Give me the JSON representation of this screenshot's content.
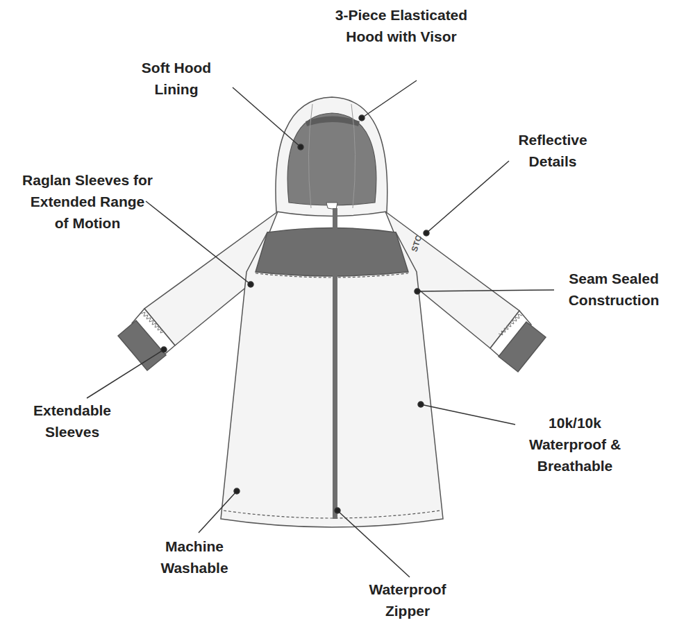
{
  "diagram": {
    "labels": [
      "3-Piece Elasticated Hood with Visor",
      "Soft Hood Lining",
      "Reflective Details",
      "Raglan Sleeves for Extended Range of Motion",
      "STC",
      "Seam Sealed Construction",
      "Extendable Sleeves",
      "10k/10k Waterproof & Breathable",
      "Machine Washable",
      "Waterproof Zipper"
    ]
  }
}
